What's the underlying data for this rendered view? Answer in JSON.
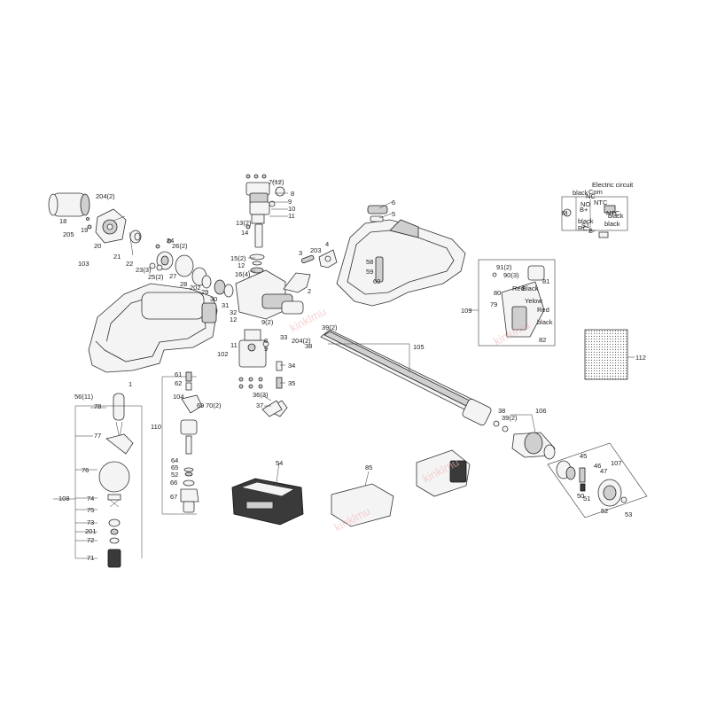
{
  "labels": {
    "l7_12": "7(12)",
    "l8": "8",
    "l9": "9",
    "l10": "10",
    "l11": "11",
    "l13": "13(2)",
    "l14": "14",
    "l15": "15(2)",
    "l12a": "12",
    "l16": "16(4)",
    "l6": "6",
    "l5": "5",
    "l204a": "204(2)",
    "l18": "18",
    "l19": "19",
    "l205": "205",
    "l20": "20",
    "l103": "103",
    "l21": "21",
    "l22": "22",
    "l24": "24",
    "l26": "26(2)",
    "l23": "23(3)",
    "l25": "25(2)",
    "l27": "27",
    "l28": "28",
    "l202": "202",
    "l29": "29",
    "l30": "30",
    "l31": "31",
    "l32": "32",
    "l12b": "12",
    "l9b": "9(2)",
    "l33": "33",
    "l204b": "204(2)",
    "l38a": "38",
    "l3": "3",
    "l203": "203",
    "l4": "4",
    "l2": "2",
    "l58": "58",
    "l59": "59",
    "l60": "60",
    "l11b": "11",
    "l8b": "8",
    "l102": "102",
    "l9c": "9",
    "l34": "34",
    "l35": "35",
    "l36": "36(3)",
    "l37": "37",
    "l1": "1",
    "l56": "56(11)",
    "l78": "78",
    "l77": "77",
    "l76": "76",
    "l108": "108",
    "l74": "74",
    "l75": "75",
    "l73": "73",
    "l201": "201",
    "l72": "72",
    "l71": "71",
    "l61": "61",
    "l62": "62",
    "l104": "104",
    "l69": "69",
    "l70": "70(2)",
    "l110": "110",
    "l64": "64",
    "l65": "65",
    "l52": "52",
    "l66": "66",
    "l67": "67",
    "l54": "54",
    "l85": "85",
    "l105": "105",
    "l39": "39(2)",
    "l38b": "38",
    "l39b": "39(2)",
    "l106": "106",
    "l45": "45",
    "l46": "46",
    "l47": "47",
    "l107": "107",
    "l50": "50",
    "l51": "51",
    "l52b": "52",
    "l53": "53",
    "l91": "91(2)",
    "l90": "90(3)",
    "l81": "81",
    "l80": "80",
    "l79": "79",
    "l109": "109",
    "l82": "82",
    "l112": "112",
    "wire_red": "Red",
    "wire_black": "Black",
    "wire_yellow": "Yelow",
    "wire_red2": "Red",
    "wire_black2": "black"
  },
  "circuit": {
    "title": "Electric circuit",
    "com": "Com",
    "nc": "NC",
    "no": "NO",
    "m": "M",
    "ntc1": "NTC",
    "ntc2": "NTC",
    "black1": "black",
    "black2": "black",
    "black3": "black",
    "black4": "black",
    "rc": "RC",
    "bplus": "B+",
    "bminus": "B-",
    "s1": "S1"
  },
  "watermark": "kinklmu",
  "colors": {
    "watermark": "#f3b8b8",
    "lines": "#333333"
  }
}
